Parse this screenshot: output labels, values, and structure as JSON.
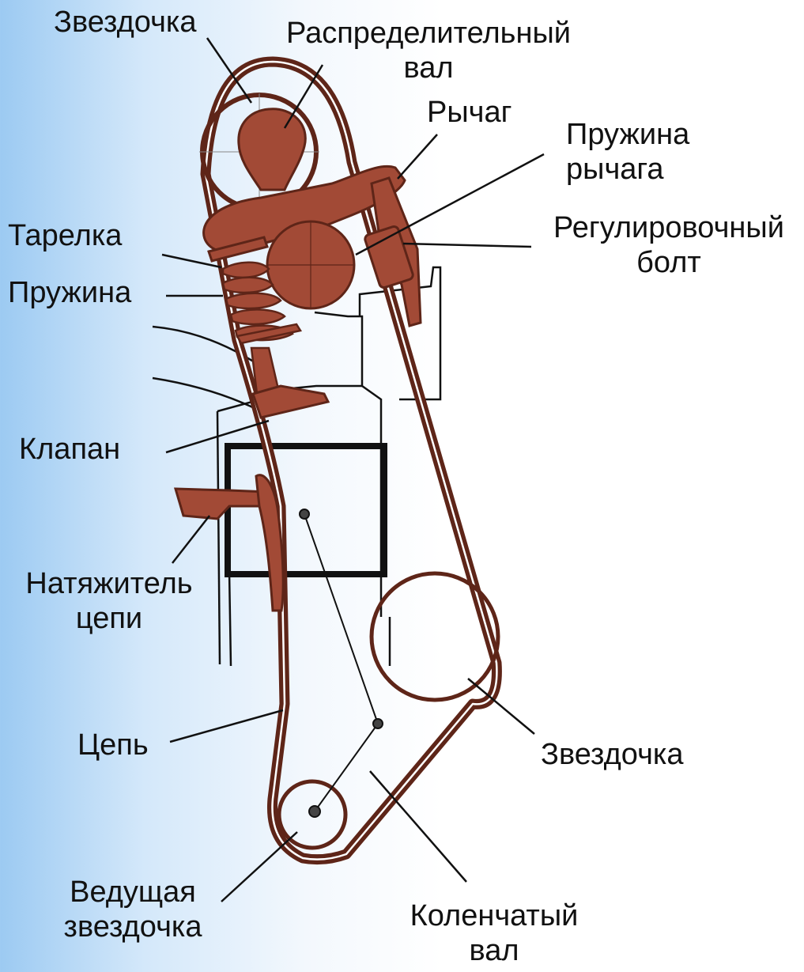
{
  "labels": {
    "sprocket_top": "Звездочка",
    "camshaft_1": "Распределительный",
    "camshaft_2": "вал",
    "lever": "Рычаг",
    "lever_spring_1": "Пружина",
    "lever_spring_2": "рычага",
    "adjusting_bolt_1": "Регулировочный",
    "adjusting_bolt_2": "болт",
    "plate": "Тарелка",
    "spring": "Пружина",
    "valve": "Клапан",
    "tensioner_1": "Натяжитель",
    "tensioner_2": "цепи",
    "chain": "Цепь",
    "sprocket_right": "Звездочка",
    "drive_sprocket_1": "Ведущая",
    "drive_sprocket_2": "звездочка",
    "crankshaft_1": "Коленчатый",
    "crankshaft_2": "вал"
  },
  "colors": {
    "part_fill": "#a24a36",
    "part_dark": "#5e2518",
    "line": "#111111",
    "chain_inner": "#ffffff"
  }
}
